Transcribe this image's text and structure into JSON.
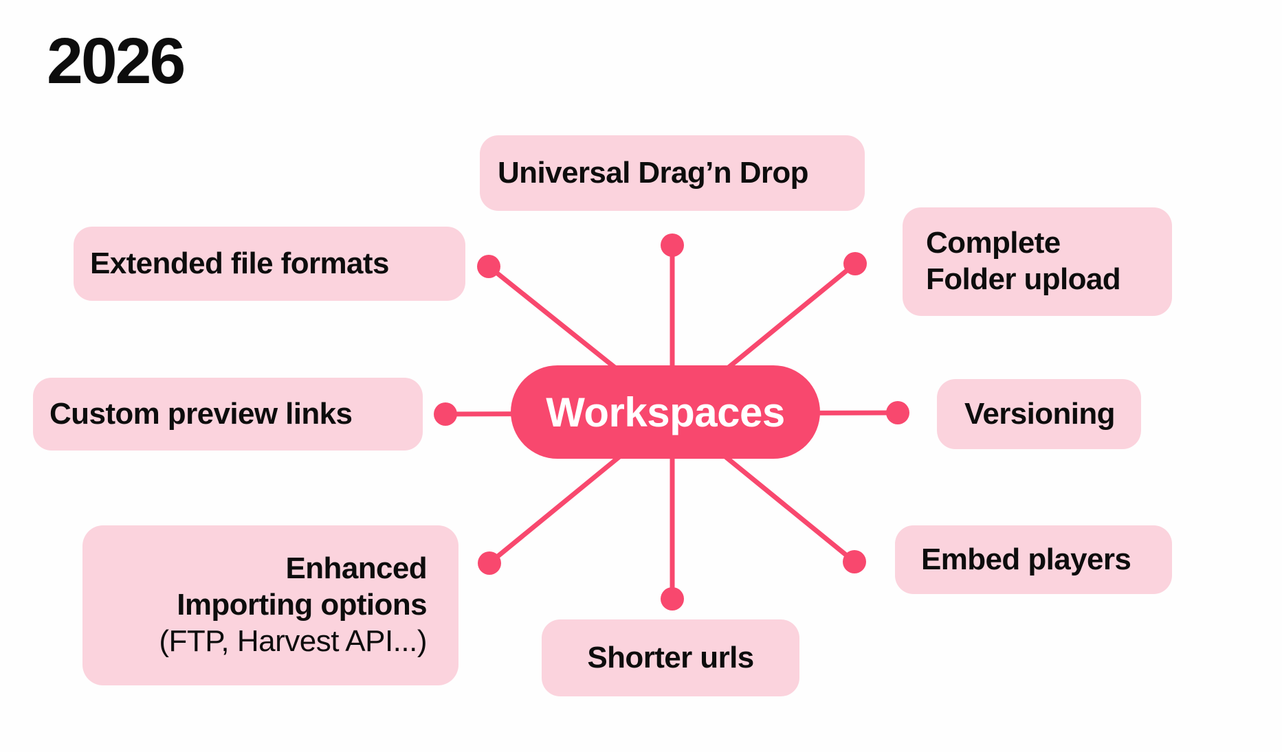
{
  "title": "2026",
  "theme": {
    "accent": "#F8486E",
    "node_bg": "#FBD3DD",
    "text": "#0D0D0D",
    "center_text": "#FFFFFF",
    "background": "#FEFEFE"
  },
  "diagram": {
    "type": "mindmap",
    "center": {
      "label": "Workspaces"
    },
    "nodes": [
      {
        "id": "universal-drag-n-drop",
        "label": "Universal Drag’n Drop"
      },
      {
        "id": "extended-file-formats",
        "label": "Extended file formats"
      },
      {
        "id": "complete-folder-upload",
        "label": "Complete\nFolder upload"
      },
      {
        "id": "custom-preview-links",
        "label": "Custom preview links"
      },
      {
        "id": "versioning",
        "label": "Versioning"
      },
      {
        "id": "enhanced-importing-options",
        "label": "Enhanced\nImporting options",
        "sublabel": "(FTP, Harvest API...)"
      },
      {
        "id": "shorter-urls",
        "label": "Shorter urls"
      },
      {
        "id": "embed-players",
        "label": "Embed players"
      }
    ]
  }
}
